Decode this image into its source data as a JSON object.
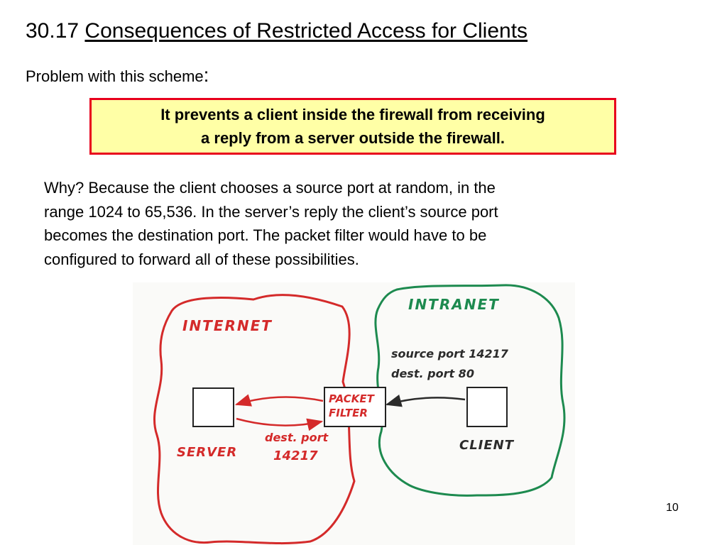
{
  "slide": {
    "number_label": "30.17",
    "heading": "Consequences of Restricted Access for Clients",
    "subtitle": "Problem with this scheme",
    "subtitle_colon": ":",
    "callout_line1": "It prevents a client inside the firewall from receiving",
    "callout_line2": "a reply from a server outside the firewall.",
    "body_line1": "Why? Because the client chooses a source port at random, in the",
    "body_line2": "range 1024 to 65,536.  In the server’s reply the client’s source port",
    "body_line3": "becomes the destination port.  The packet filter would have to be",
    "body_line4": "configured to forward all of these possibilities.",
    "page_number": "10"
  },
  "diagram": {
    "internet_label": "INTERNET",
    "intranet_label": "INTRANET",
    "server_label": "SERVER",
    "client_label": "CLIENT",
    "packet_filter_line1": "PACKET",
    "packet_filter_line2": "FILTER",
    "outbound_line1": "source port 14217",
    "outbound_line2": "dest. port  80",
    "reply_line1": "dest. port",
    "reply_line2": "14217",
    "colors": {
      "internet": "#d42a2a",
      "intranet": "#1d8a4f",
      "annotation": "#2b2b2b",
      "box": "#222222"
    }
  },
  "colors": {
    "callout_fill": "#ffffa6",
    "callout_border": "#e8001c"
  }
}
